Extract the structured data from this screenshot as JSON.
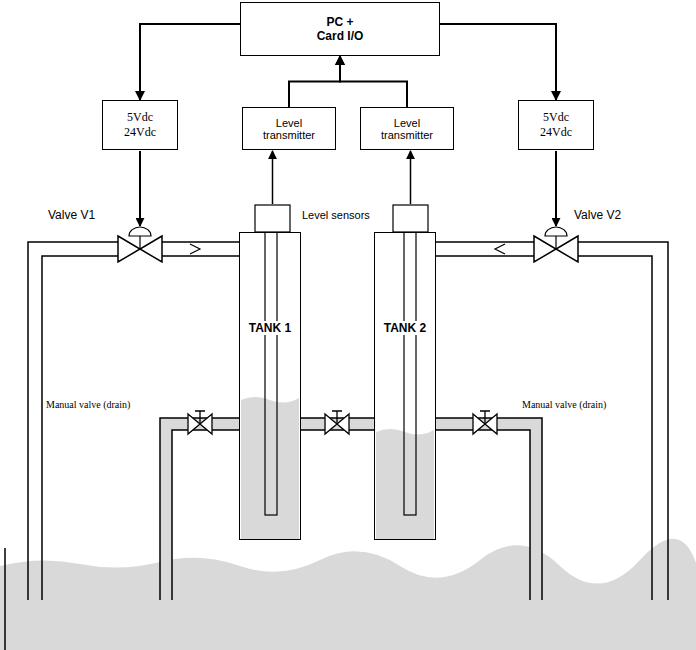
{
  "diagram": {
    "nodes": [
      {
        "text": [
          "PC + Card I/O"
        ]
      },
      {
        "text": [
          "5Vdc 24Vdc"
        ]
      },
      {
        "text": [
          "Level transmitter"
        ]
      },
      {
        "text": [
          "Level transmitter"
        ]
      },
      {
        "text": [
          "5Vdc 24Vdc"
        ]
      },
      {
        "text": [
          "TANK 1"
        ]
      },
      {
        "text": [
          "TANK 2"
        ]
      }
    ],
    "edges": [
      {
        "from": 0,
        "to": 1,
        "arrow": "to"
      },
      {
        "from": 0,
        "to": 4,
        "arrow": "to"
      },
      {
        "from": 2,
        "to": 0,
        "arrow": "to"
      },
      {
        "from": 3,
        "to": 0,
        "arrow": "to"
      }
    ],
    "labels": [
      "Valve V1",
      "Level sensors",
      "Valve V2",
      "Manual valve (drain)",
      "Manual valve (drain)"
    ]
  }
}
